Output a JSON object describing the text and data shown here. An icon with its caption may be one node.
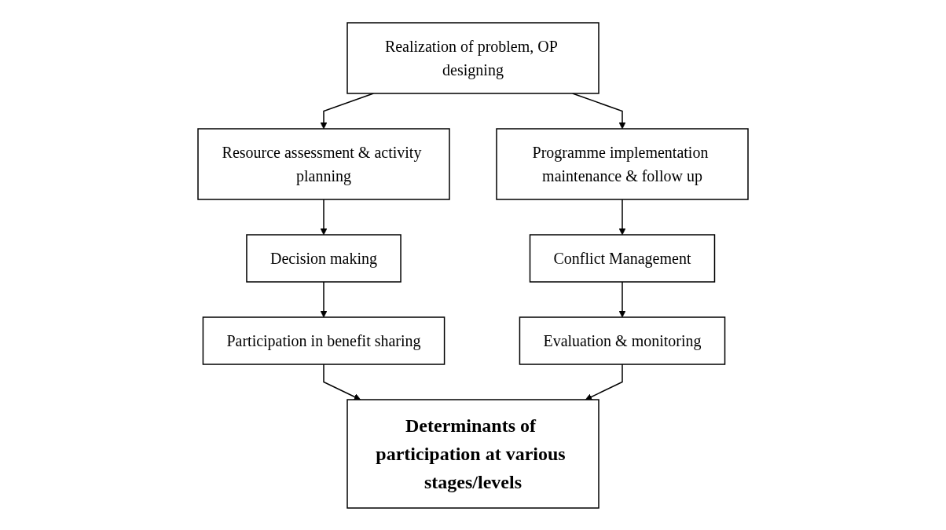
{
  "diagram": {
    "nodes": [
      {
        "text": [
          "Realization of problem, OP designing"
        ]
      },
      {
        "text": [
          "Resource assessment & activity planning"
        ]
      },
      {
        "text": [
          "Programme implementation maintenance & follow up"
        ]
      },
      {
        "text": [
          "Decision making"
        ]
      },
      {
        "text": [
          "Conflict Management"
        ]
      },
      {
        "text": [
          "Participation in benefit sharing"
        ]
      },
      {
        "text": [
          "Evaluation & monitoring"
        ]
      },
      {
        "text": [
          "Determinants of participation at various stages/levels"
        ]
      }
    ],
    "edges": [
      {
        "from": 0,
        "to": 1,
        "arrow": "to"
      },
      {
        "from": 0,
        "to": 2,
        "arrow": "to"
      },
      {
        "from": 1,
        "to": 3,
        "arrow": "to"
      },
      {
        "from": 3,
        "to": 5,
        "arrow": "to"
      },
      {
        "from": 2,
        "to": 4,
        "arrow": "to"
      },
      {
        "from": 4,
        "to": 6,
        "arrow": "to"
      },
      {
        "from": 5,
        "to": 7,
        "arrow": "to"
      },
      {
        "from": 6,
        "to": 7,
        "arrow": "to"
      }
    ]
  }
}
